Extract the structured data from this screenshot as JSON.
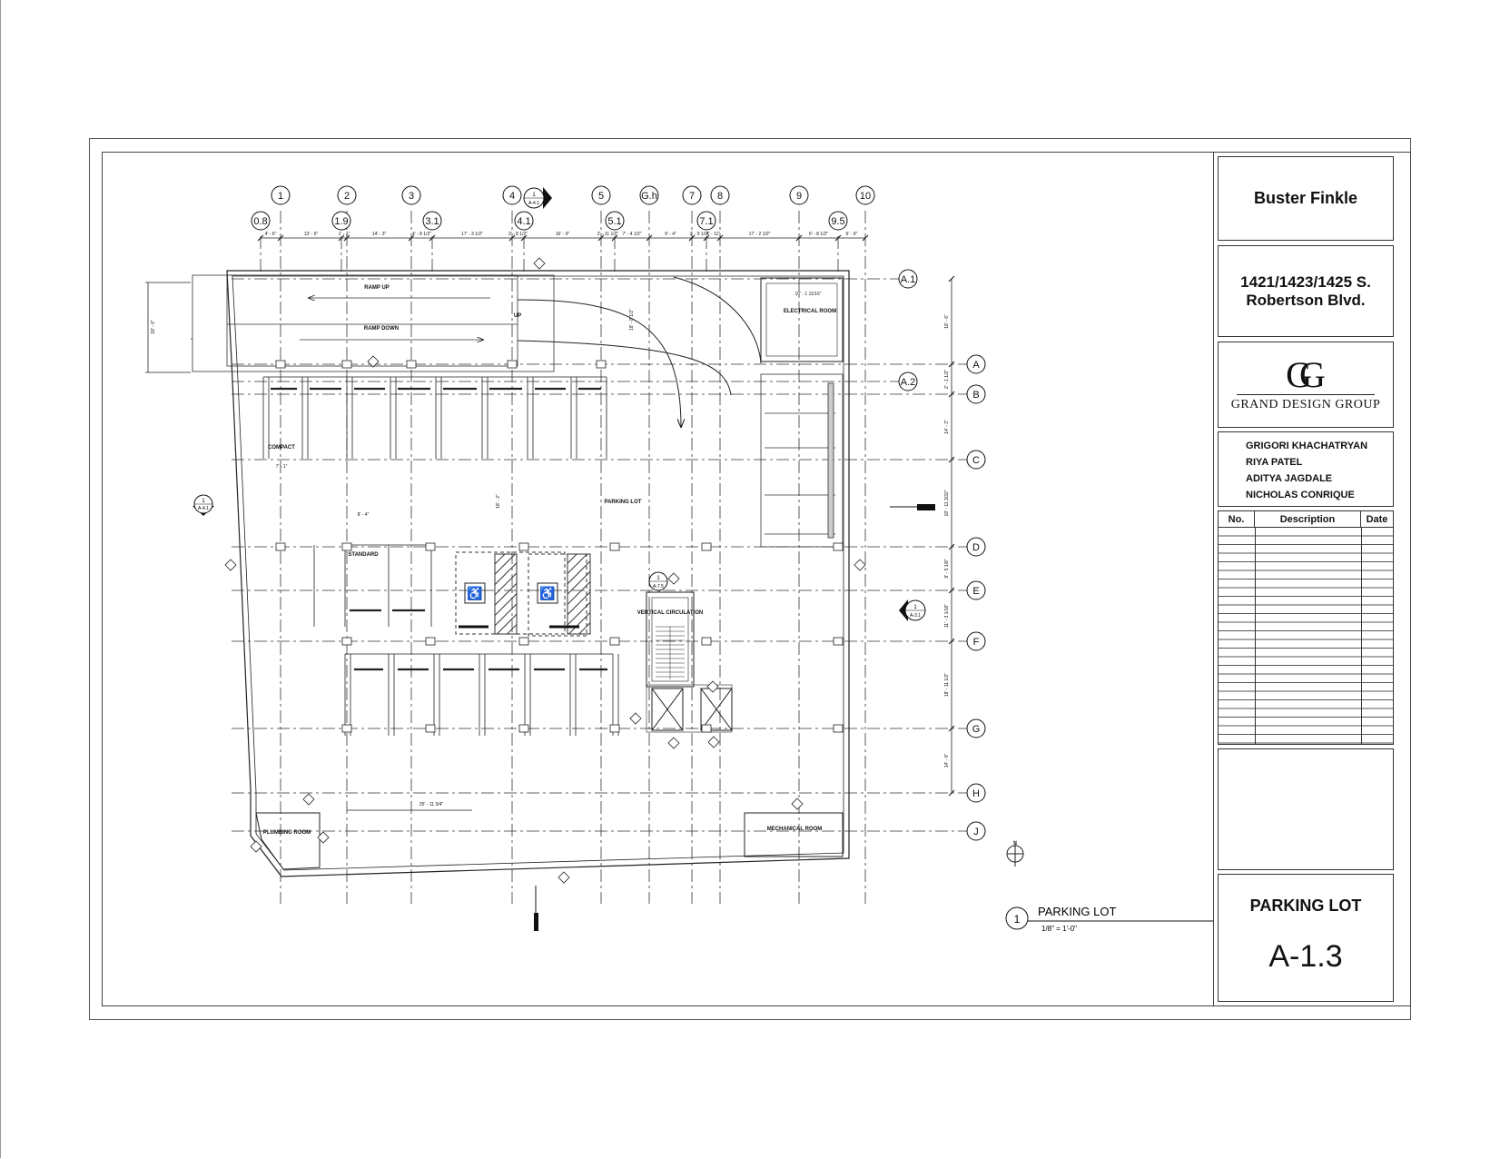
{
  "project": {
    "name": "Buster Finkle",
    "address_line1": "1421/1423/1425 S.",
    "address_line2": "Robertson Blvd."
  },
  "firm": {
    "monogram": "GG",
    "name": "GRAND DESIGN GROUP"
  },
  "team": [
    "GRIGORI KHACHATRYAN",
    "RIYA PATEL",
    "ADITYA JAGDALE",
    "NICHOLAS CONRIQUE"
  ],
  "revisions": {
    "headers": [
      "No.",
      "Description",
      "Date"
    ]
  },
  "sheet": {
    "title": "PARKING LOT",
    "number": "A-1.3"
  },
  "view_title": {
    "number": "1",
    "name": "PARKING LOT",
    "scale": "1/8\" = 1'-0\""
  },
  "grid_columns": [
    "1",
    "2",
    "3",
    "4",
    "5",
    "G.h",
    "7",
    "8",
    "9",
    "10"
  ],
  "grid_columns_sub": [
    "0.8",
    "1.9",
    "3.1",
    "4.1",
    "5.1",
    "7.1",
    "9.5"
  ],
  "grid_rows": [
    "A.1",
    "A",
    "A.2",
    "B",
    "C",
    "D",
    "E",
    "F",
    "G",
    "H",
    "J"
  ],
  "dimensions_top": [
    "4' - 6\"",
    "13' - 6\"",
    "1' - 1\"",
    "14' - 3\"",
    "4' - 8 1/2\"",
    "17' - 3 1/2\"",
    "2' - 8 1/2\"",
    "16' - 9\"",
    "2' - 11 1/2\"",
    "7' - 4 1/2\"",
    "9' - 4\"",
    "3' - 9 1/2\"",
    "4' - 11\"",
    "17' - 2 1/2\"",
    "6' - 8 1/2\"",
    "6' - 9\""
  ],
  "dimensions_right": [
    "18' - 6\"",
    "2' - 1 1/2\"",
    "14' - 3\"",
    "18' - 11 3/32\"",
    "9' - 5 1/8\"",
    "11' - 3 1/16\"",
    "18' - 11 1/2\"",
    "14' - 0\""
  ],
  "dimensions_misc": [
    "10' - 1 11/16\"",
    "18' - 8 1/2\"",
    "18' - 6\"",
    "18' - 2\"",
    "7' - 1\"",
    "8' - 4\"",
    "25' - 11 3/4\""
  ],
  "labels": {
    "ramp_up": "RAMP UP",
    "ramp_down": "RAMP DOWN",
    "up": "UP",
    "compact": "COMPACT",
    "standard": "STANDARD",
    "parking_lot": "PARKING LOT",
    "electrical_room": "ELECTRICAL ROOM",
    "vertical_circulation": "VERTICAL CIRCULATION",
    "plumbing_room": "PLUMBING ROOM",
    "mechanical_room": "MECHANICAL ROOM",
    "section_ref": "A-4.1",
    "section_ref_right": "A-3.1",
    "detail_ref": "A-7.5",
    "north": "N"
  }
}
